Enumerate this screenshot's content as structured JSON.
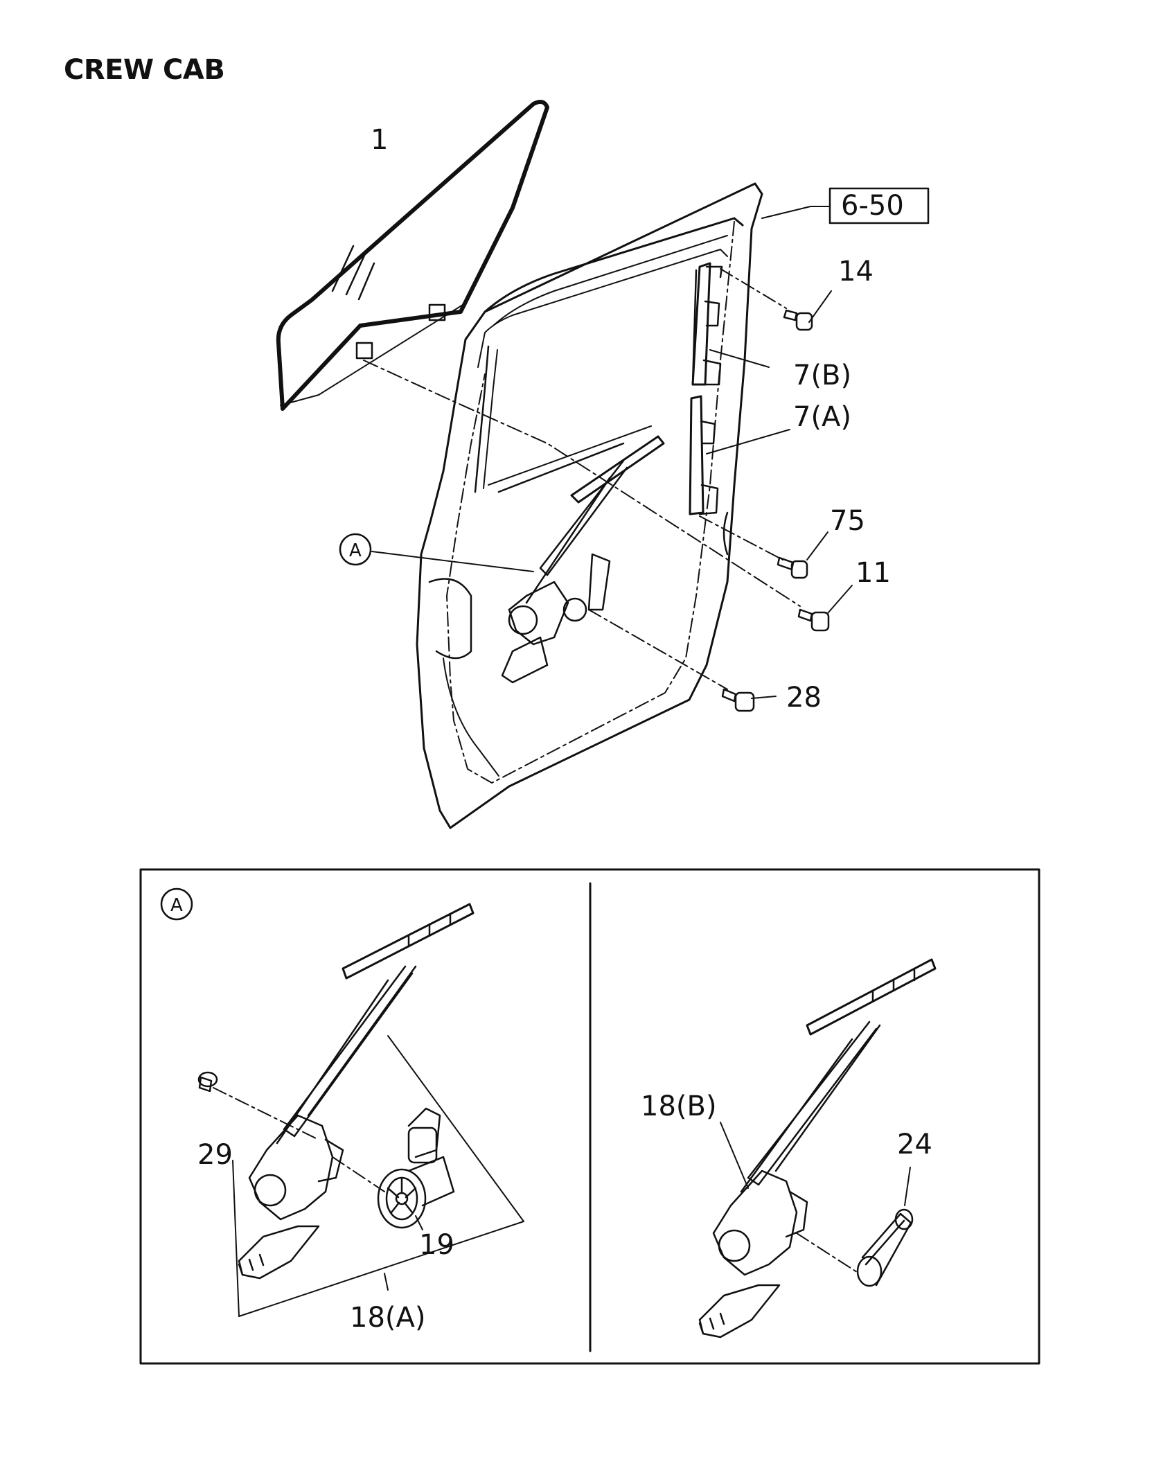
{
  "header": {
    "title": "CREW CAB"
  },
  "callouts": {
    "glass": "1",
    "ref_box": "6-50",
    "bolt_14": "14",
    "channel_b": "7(B)",
    "channel_a": "7(A)",
    "bolt_75": "75",
    "bolt_11": "11",
    "bolt_28": "28",
    "detail_marker": "A"
  },
  "detail": {
    "marker": "A",
    "left": {
      "bolt_29": "29",
      "motor_19": "19",
      "regulator": "18(A)"
    },
    "right": {
      "regulator": "18(B)",
      "handle_24": "24"
    }
  },
  "colors": {
    "line": "#111111",
    "background": "#ffffff"
  }
}
